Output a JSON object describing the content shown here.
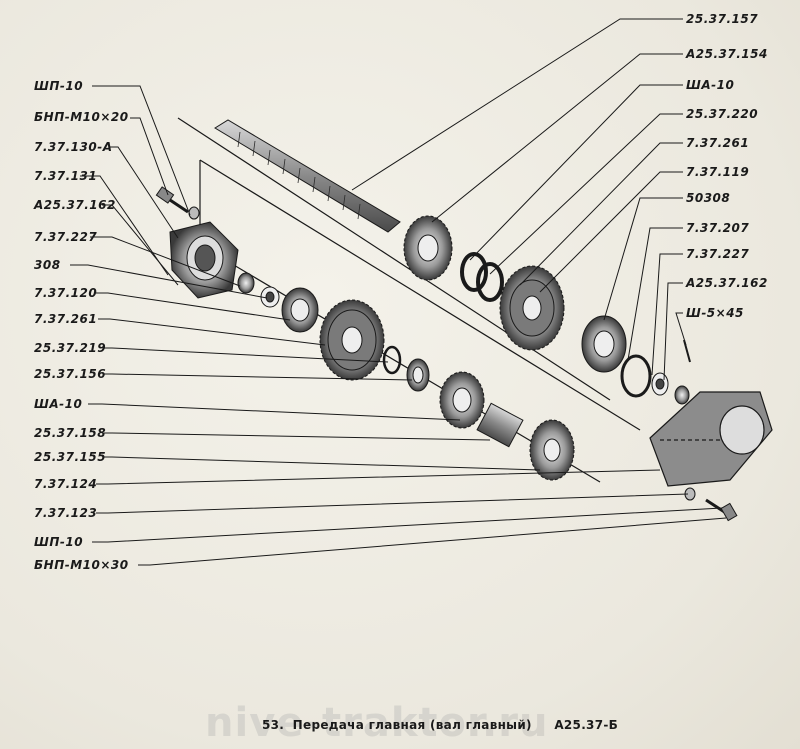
{
  "left_labels": [
    {
      "id": "l1",
      "text": "ШП-10"
    },
    {
      "id": "l2",
      "text": "БНП-М10×20"
    },
    {
      "id": "l3",
      "text": "7.37.130-А"
    },
    {
      "id": "l4",
      "text": "7.37.131"
    },
    {
      "id": "l5",
      "text": "А25.37.162"
    },
    {
      "id": "l6",
      "text": "7.37.227"
    },
    {
      "id": "l7",
      "text": "308"
    },
    {
      "id": "l8",
      "text": "7.37.120"
    },
    {
      "id": "l9",
      "text": "7.37.261"
    },
    {
      "id": "l10",
      "text": "25.37.219"
    },
    {
      "id": "l11",
      "text": "25.37.156"
    },
    {
      "id": "l12",
      "text": "ША-10"
    },
    {
      "id": "l13",
      "text": "25.37.158"
    },
    {
      "id": "l14",
      "text": "25.37.155"
    },
    {
      "id": "l15",
      "text": "7.37.124"
    },
    {
      "id": "l16",
      "text": "7.37.123"
    },
    {
      "id": "l17",
      "text": "ШП-10"
    },
    {
      "id": "l18",
      "text": "БНП-М10×30"
    }
  ],
  "right_labels": [
    {
      "id": "r1",
      "text": "25.37.157"
    },
    {
      "id": "r2",
      "text": "А25.37.154"
    },
    {
      "id": "r3",
      "text": "ША-10"
    },
    {
      "id": "r4",
      "text": "25.37.220"
    },
    {
      "id": "r5",
      "text": "7.37.261"
    },
    {
      "id": "r6",
      "text": "7.37.119"
    },
    {
      "id": "r7",
      "text": "50308"
    },
    {
      "id": "r8",
      "text": "7.37.207"
    },
    {
      "id": "r9",
      "text": "7.37.227"
    },
    {
      "id": "r10",
      "text": "А25.37.162"
    },
    {
      "id": "r11",
      "text": "Ш-5×45"
    }
  ],
  "caption": {
    "number": "53.",
    "title": "Передача главная (вал главный)",
    "code": "А25.37-Б"
  },
  "watermark": "nive-traktor.ru",
  "colors": {
    "ink": "#1a1a1a",
    "paper": "#efece3",
    "part_fill": "#9a9a9a"
  }
}
